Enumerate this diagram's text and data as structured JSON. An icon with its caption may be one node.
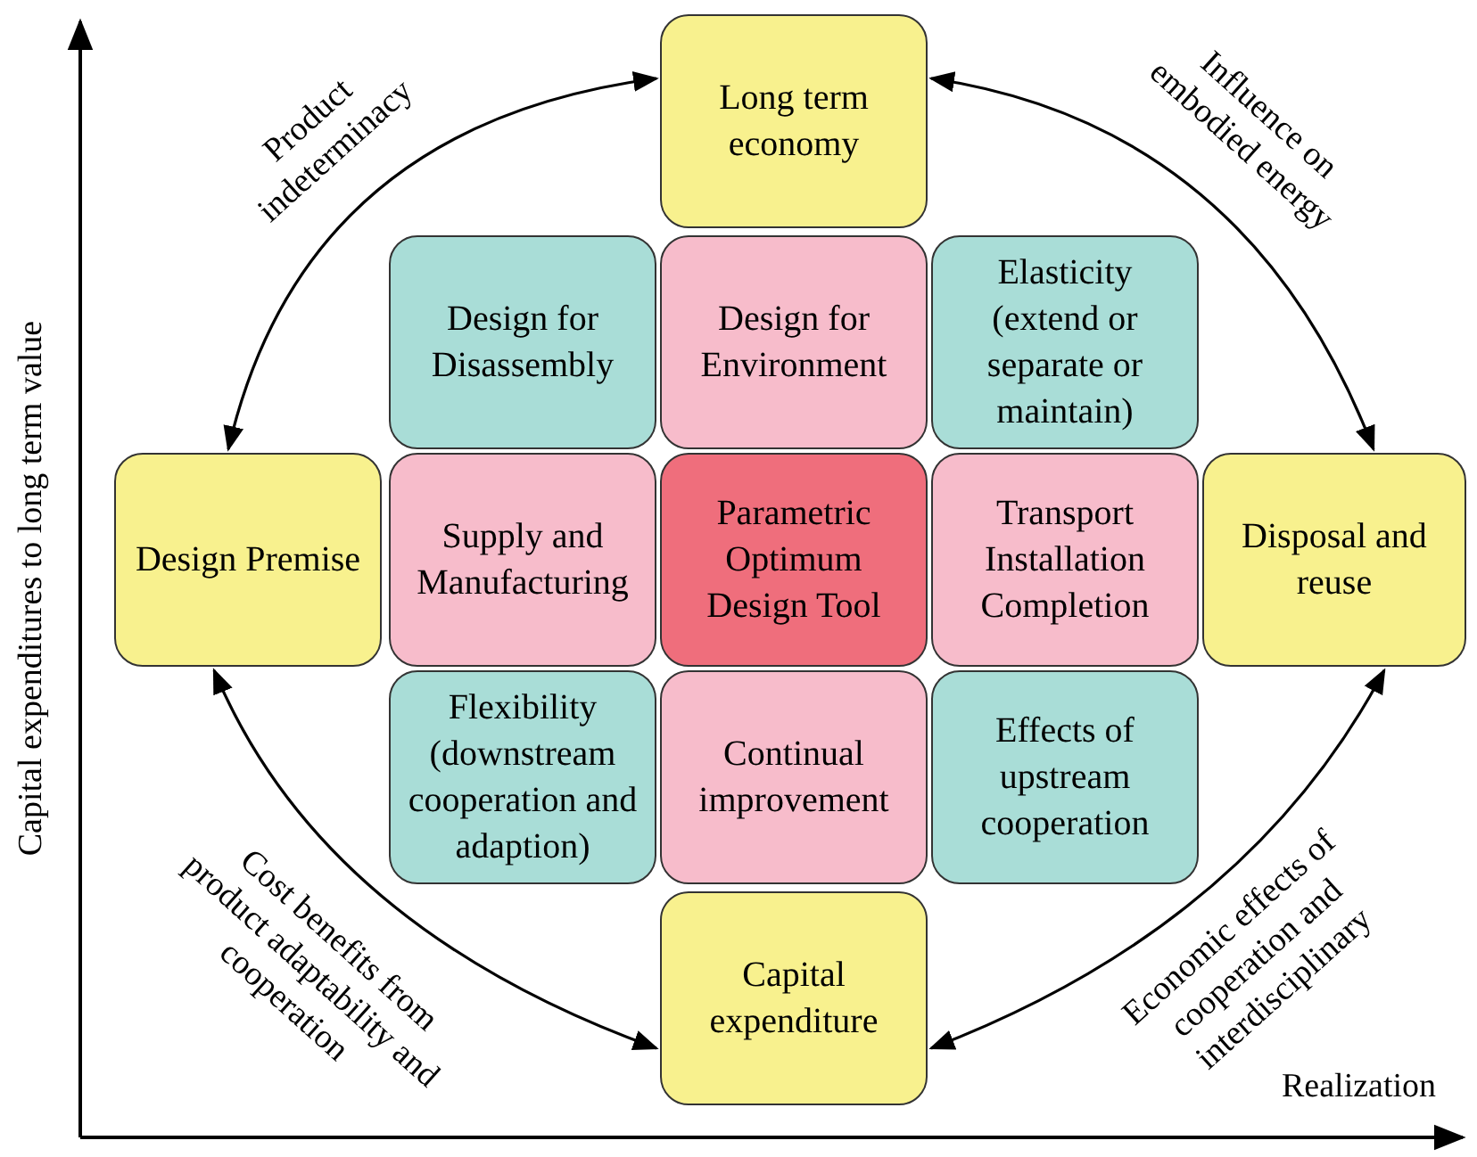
{
  "diagram": {
    "nodes": [
      {
        "text": [
          "Long term economy"
        ]
      },
      {
        "text": [
          "Design for Disassembly"
        ]
      },
      {
        "text": [
          "Design for Environment"
        ]
      },
      {
        "text": [
          "Elasticity (extend or separate or maintain)"
        ]
      },
      {
        "text": [
          "Design Premise"
        ]
      },
      {
        "text": [
          "Supply and Manufacturing"
        ]
      },
      {
        "text": [
          "Parametric Optimum Design Tool"
        ]
      },
      {
        "text": [
          "Transport Installation Completion"
        ]
      },
      {
        "text": [
          "Disposal and reuse"
        ]
      },
      {
        "text": [
          "Flexibility (downstream cooperation and adaption)"
        ]
      },
      {
        "text": [
          "Continual improvement"
        ]
      },
      {
        "text": [
          "Effects of upstream cooperation"
        ]
      },
      {
        "text": [
          "Capital expenditure"
        ]
      }
    ],
    "edges": [
      {
        "from": 0,
        "to": 4,
        "arrow": "both",
        "label": "Product indeterminacy"
      },
      {
        "from": 0,
        "to": 8,
        "arrow": "both",
        "label": "Influence on embodied energy"
      },
      {
        "from": 4,
        "to": 12,
        "arrow": "both",
        "label": "Cost benefits from product adaptability and cooperation"
      },
      {
        "from": 8,
        "to": 12,
        "arrow": "both",
        "label": "Economic effects of cooperation and interdisciplinary"
      }
    ],
    "labels": [
      "Capital expenditures to long term value",
      "Realization"
    ]
  }
}
